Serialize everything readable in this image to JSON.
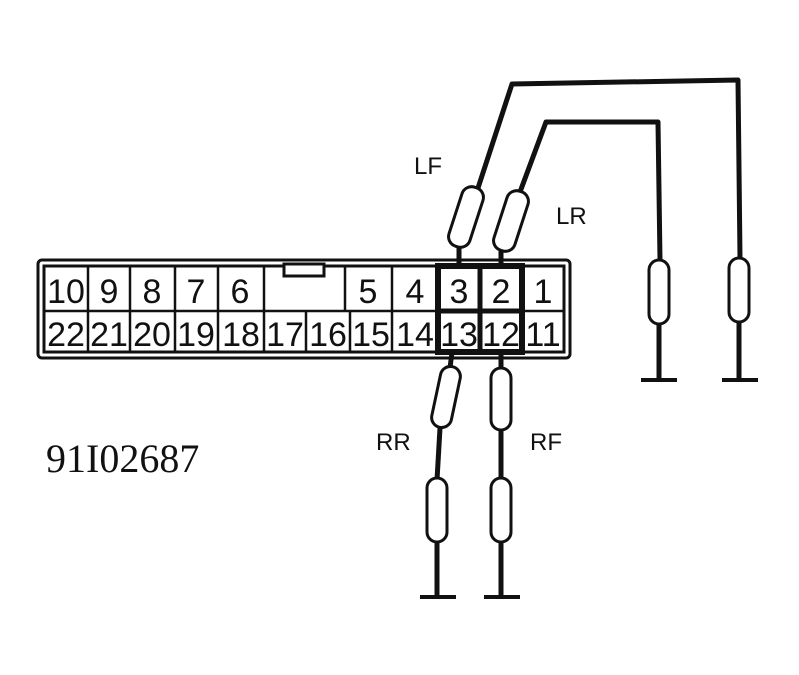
{
  "connector": {
    "top_row": [
      "10",
      "9",
      "8",
      "7",
      "6",
      "5",
      "4",
      "3",
      "2",
      "1"
    ],
    "bottom_row": [
      "22",
      "21",
      "20",
      "19",
      "18",
      "17",
      "16",
      "15",
      "14",
      "13",
      "12",
      "11"
    ]
  },
  "wires": {
    "lf": "LF",
    "lr": "LR",
    "rr": "RR",
    "rf": "RF"
  },
  "figure_id": "91I02687",
  "colors": {
    "ink": "#111111",
    "background": "#ffffff"
  }
}
